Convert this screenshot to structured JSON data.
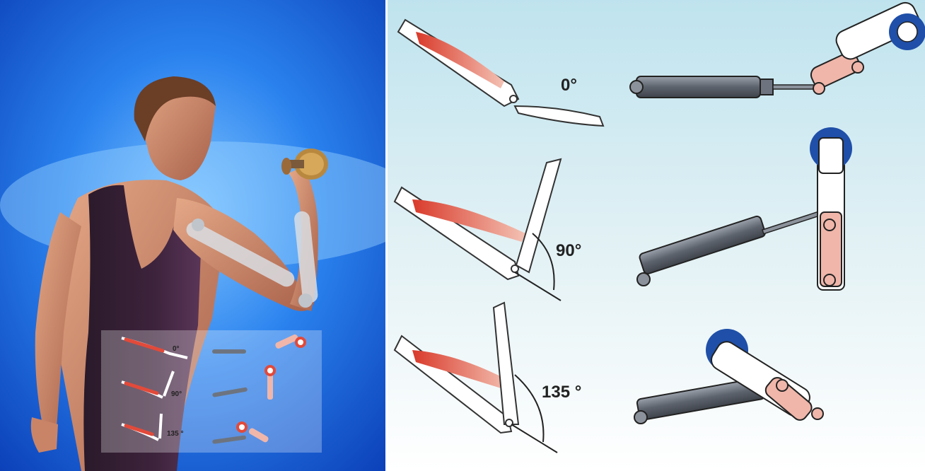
{
  "figure": {
    "left_panel": {
      "overlay_angle_labels": [
        "0°",
        "90°",
        "135 °"
      ]
    },
    "right_panel": {
      "angle_labels": [
        "0°",
        "90°",
        "135 °"
      ]
    },
    "colors": {
      "background_blue": "#1a6fe0",
      "muscle_red": "#e24a3a",
      "bone_white": "#f8f8f8",
      "cylinder_grey": "#6d7480",
      "bearing_blue": "#1f4fa8",
      "link_pink": "#f0b6aa",
      "panel_sky": "#cfe9f2"
    }
  }
}
